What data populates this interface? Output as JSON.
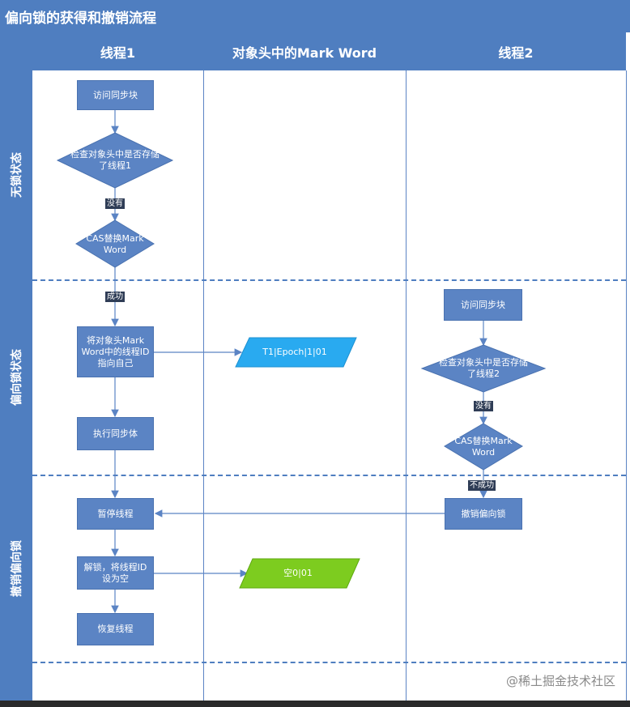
{
  "title": "偏向锁的获得和撤销流程",
  "lanes": {
    "thread1": "线程1",
    "markword": "对象头中的Mark Word",
    "thread2": "线程2"
  },
  "phases": {
    "unlocked": "无锁状态",
    "biased": "偏向锁状态",
    "revoke": "撤销偏向锁"
  },
  "t1": {
    "access": "访问同步块",
    "check": "检查对象头中是否存储了线程1",
    "no": "没有",
    "cas": "CAS替换Mark Word",
    "success": "成功",
    "set_id": "将对象头Mark Word中的线程ID指向自己",
    "exec": "执行同步体",
    "pause": "暂停线程",
    "unlock": "解锁，将线程ID设为空",
    "resume": "恢复线程"
  },
  "mw": {
    "biased": "T1|Epoch|1|01",
    "empty": "空0|01"
  },
  "t2": {
    "access": "访问同步块",
    "check": "检查对象头中是否存储了线程2",
    "no": "没有",
    "cas": "CAS替换Mark Word",
    "fail": "不成功",
    "revoke": "撤销偏向锁"
  },
  "watermark": "@稀土掘金技术社区",
  "colors": {
    "header": "#4f7ec0",
    "box": "#5b84c4",
    "markword_biased": "#29aaf0",
    "markword_empty": "#7dcc1f"
  }
}
